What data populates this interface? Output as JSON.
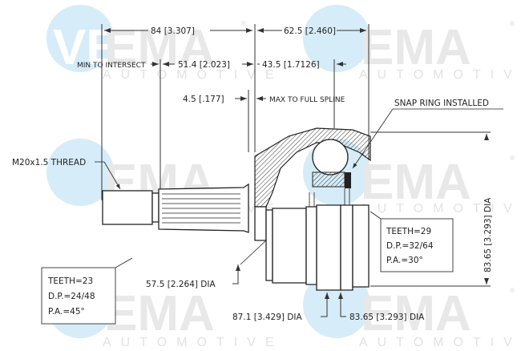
{
  "watermark": {
    "brand": "VEMA",
    "tagline": "AUTOMOTIVE",
    "registered_mark": "®",
    "accent_color": "#d6ecf8",
    "text_color": "#e8e8e8"
  },
  "dimensions": {
    "overall_length": "84 [3.307]",
    "outer_length": "62.5 [2.460]",
    "min_to_intersect_label": "MIN TO INTERSECT",
    "min_to_intersect_value": "51.4  [2.023]",
    "spline_length": "43.5 [1.7126]",
    "max_to_full_spline_value": "4.5 [.177]",
    "max_to_full_spline_label": "MAX TO FULL SPLINE",
    "shaft_dia": "57.5 [2.264] DIA",
    "body_dia": "87.1 [3.429] DIA",
    "seal_dia": "83.65 [3.293] DIA",
    "vertical_dia": "83.65  [3.293]  DIA"
  },
  "callouts": {
    "thread": "M20x1.5 THREAD",
    "snap_ring": "SNAP RING INSTALLED"
  },
  "spec_boxes": {
    "outer": {
      "teeth": "TEETH=23",
      "dp": "D.P.=24/48",
      "pa": "P.A.=45°"
    },
    "inner": {
      "teeth": "TEETH=29",
      "dp": "D.P.=32/64",
      "pa": "P.A.=30°"
    }
  }
}
